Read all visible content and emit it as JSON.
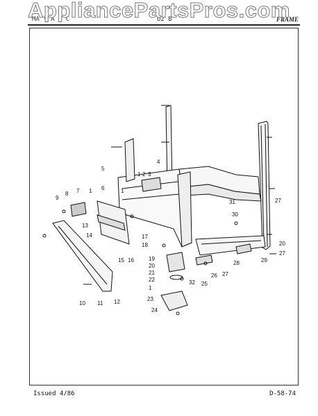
{
  "watermark": "AppliancePartsPros.com",
  "header": {
    "left": "MA Y A C C",
    "middle": "U2 B",
    "right": "FRAME"
  },
  "footer": {
    "issued": "Issued 4/86",
    "doc_number": "D-58-74"
  },
  "callouts": {
    "c1a": "1",
    "c2": "2",
    "c3": "3",
    "c4": "4",
    "c5": "5",
    "c6": "6",
    "c7": "7",
    "c8": "8",
    "c9": "9",
    "c1b": "1",
    "c1c": "1",
    "c10": "10",
    "c11": "11",
    "c12": "12",
    "c13": "13",
    "c14": "14",
    "c15": "15",
    "c16": "16",
    "c17": "17",
    "c18": "18",
    "c19": "19",
    "c20": "20",
    "c21": "21",
    "c22": "22",
    "c1d": "1",
    "c23": "23",
    "c24": "24",
    "c25": "25",
    "c26": "26",
    "c27a": "27",
    "c27b": "27",
    "c27c": "27",
    "c28": "28",
    "c29": "29",
    "c30": "30",
    "c31": "31",
    "c32": "32",
    "c20b": "20"
  }
}
